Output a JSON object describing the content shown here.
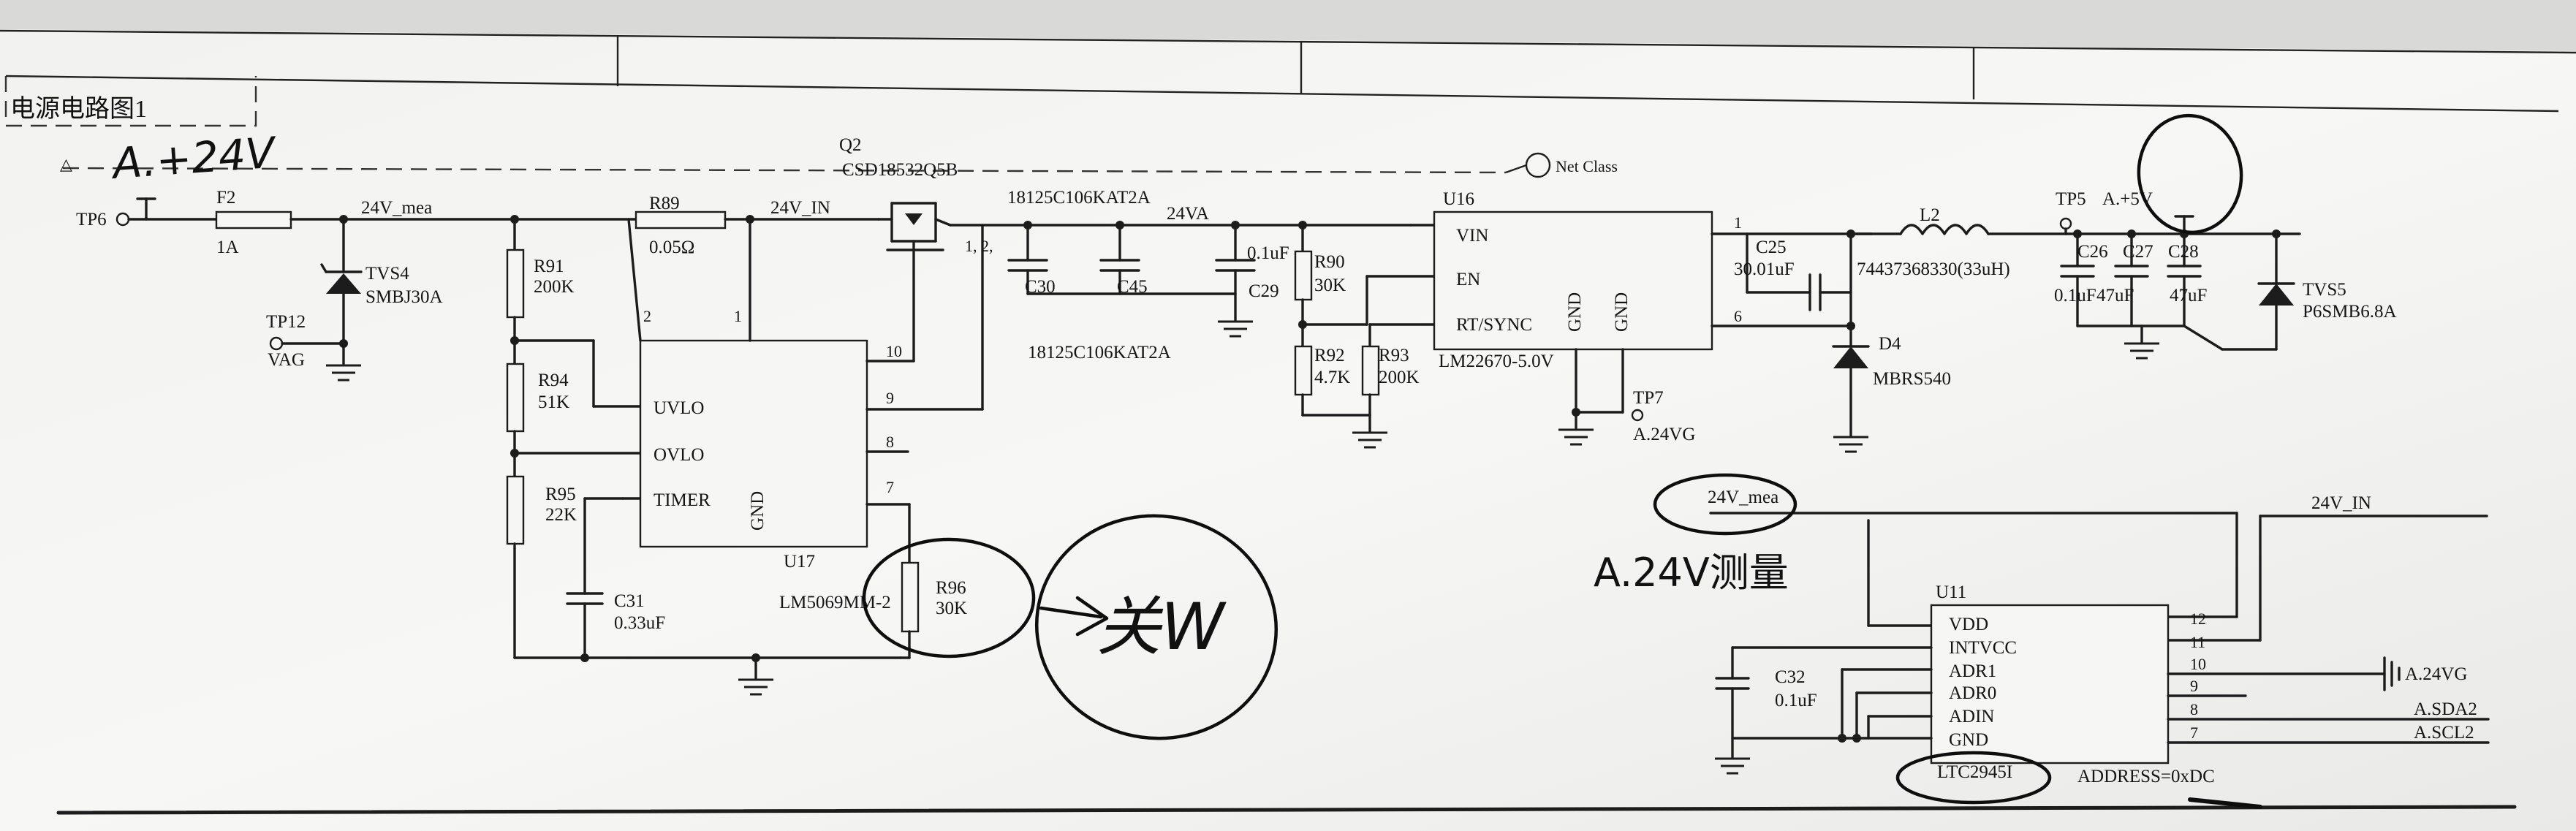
{
  "title": "电源电路图1",
  "handwriting": {
    "top_left": "A.+24V",
    "arrow_note": "关W"
  },
  "net_class": "Net Class",
  "nets": {
    "v24_mea": "24V_mea",
    "v24_in": "24V_IN",
    "v24a": "24VA",
    "v24_mea_box": "24V_mea",
    "v24_in_right": "24V_IN"
  },
  "section_title": "A.24V测量",
  "components": {
    "tp6": "TP6",
    "f2": "F2",
    "f2_val": "1A",
    "tvs4": "TVS4",
    "tvs4_val": "SMBJ30A",
    "tp12": "TP12",
    "tp12_net": "VAG",
    "r89": "R89",
    "r89_val": "0.05Ω",
    "r91": "R91",
    "r91_val": "200K",
    "r94": "R94",
    "r94_val": "51K",
    "r95": "R95",
    "r95_val": "22K",
    "c31": "C31",
    "c31_val": "0.33uF",
    "q2": "Q2",
    "q2_val": "CSD18532Q5B",
    "q2_pins": "1, 2,",
    "cap_part_top": "18125C106KAT2A",
    "cap_part_bottom": "18125C106KAT2A",
    "c30": "C30",
    "c45": "C45",
    "c29": "C29",
    "c29_val": "0.1uF",
    "r90": "R90",
    "r90_val": "30K",
    "r92": "R92",
    "r92_val": "4.7K",
    "r93": "R93",
    "r93_val": "200K",
    "u16": "U16",
    "u16_val": "LM22670-5.0V",
    "u16_pins": {
      "vin": "VIN",
      "en": "EN",
      "rt": "RT/SYNC",
      "gnd1": "GND",
      "gnd2": "GND",
      "p1": "1",
      "p6": "6"
    },
    "tp7": "TP7",
    "tp7_net": "A.24VG",
    "c25": "C25",
    "c25_val": "30.01uF",
    "l2": "L2",
    "l2_val": "74437368330(33uH)",
    "d4": "D4",
    "d4_val": "MBRS540",
    "tp5": "TP5",
    "tp5_net": "A.+5V",
    "c26": "C26",
    "c27": "C27",
    "c28": "C28",
    "c26_val": "0.1uF",
    "c27_val": "47uF",
    "c28_val": "47uF",
    "tvs5": "TVS5",
    "tvs5_val": "P6SMB6.8A",
    "u17": "U17",
    "u17_val": "LM5069MM-2",
    "u17_pins": {
      "uvlo": "UVLO",
      "ovlo": "OVLO",
      "timer": "TIMER",
      "gnd": "GND",
      "p2": "2",
      "p1": "1",
      "p10": "10",
      "p9": "9",
      "p8": "8",
      "p7": "7"
    },
    "r96": "R96",
    "r96_val": "30K",
    "c32": "C32",
    "c32_val": "0.1uF",
    "u11": "U11",
    "u11_val": "LTC2945I",
    "u11_pins": {
      "vdd": "VDD",
      "intvcc": "INTVCC",
      "adr1": "ADR1",
      "adr0": "ADR0",
      "adin": "ADIN",
      "gnd": "GND",
      "p12": "12",
      "p11": "11",
      "p10": "10",
      "p9": "9",
      "p8": "8",
      "p7": "7"
    },
    "u11_address": "ADDRESS=0xDC",
    "net_a24vg": "A.24VG",
    "net_sda": "A.SDA2",
    "net_scl": "A.SCL2"
  }
}
